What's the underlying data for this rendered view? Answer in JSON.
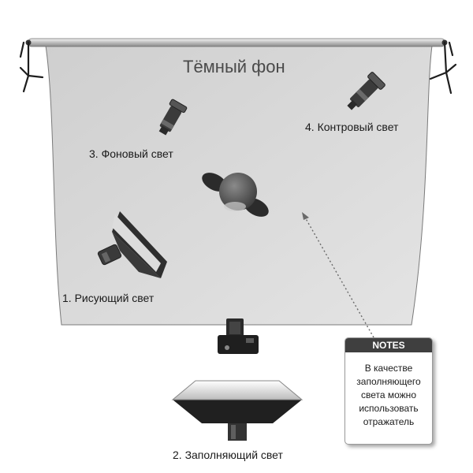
{
  "backdrop": {
    "title": "Тёмный фон"
  },
  "lights": {
    "key": "1. Рисующий свет",
    "fill": "2. Заполняющий свет",
    "background": "3. Фоновый свет",
    "rim": "4. Контровый свет"
  },
  "notes": {
    "header": "NOTES",
    "lines": [
      "В качестве",
      "заполняющего",
      "света можно",
      "использовать",
      "отражатель"
    ]
  },
  "colors": {
    "backdrop": "#d7d7d7",
    "equipment": "#2f2f2f",
    "notes_header": "#3f3f3f"
  }
}
